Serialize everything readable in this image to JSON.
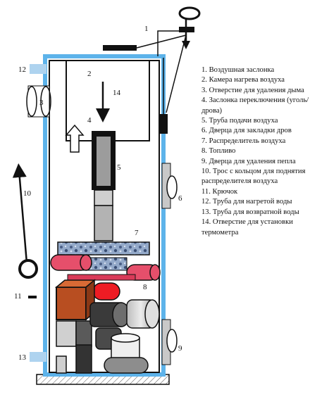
{
  "diagram": {
    "callouts": [
      "1",
      "2",
      "3",
      "4",
      "5",
      "6",
      "7",
      "8",
      "9",
      "10",
      "11",
      "12",
      "13",
      "14"
    ]
  },
  "legend": [
    "1. Воздушная заслонка",
    "2. Камера нагрева воздуха",
    "3. Отверстие для удаления дыма",
    "4. Заслонка переключения (уголь/ дрова)",
    "5. Труба подачи воздуха",
    "6. Дверца для закладки дров",
    "7. Распределитель воздуха",
    "8. Топливо",
    "9. Дверца для удаления пепла",
    "10. Трос с кольцом для поднятия распределителя воздуха",
    "11. Крючок",
    "12. Труба для нагретой воды",
    "13. Труба для возвратной воды",
    "14. Отверстие для установки термометра"
  ]
}
